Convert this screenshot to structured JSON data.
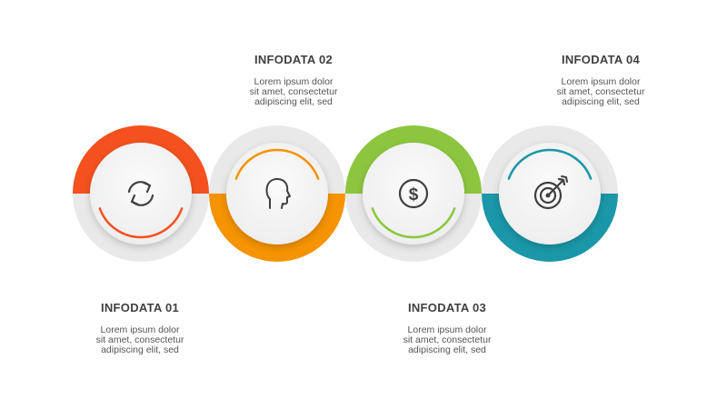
{
  "steps": [
    {
      "title": "INFODATA 01",
      "text": [
        "Lorem ipsum dolor",
        "sit amet, consectetur",
        "adipiscing elit, sed"
      ],
      "color": "#f4511e",
      "band": "top",
      "icon": "refresh-icon"
    },
    {
      "title": "INFODATA 02",
      "text": [
        "Lorem ipsum dolor",
        "sit amet, consectetur",
        "adipiscing elit, sed"
      ],
      "color": "#f59300",
      "band": "bottom",
      "icon": "head-profile-icon"
    },
    {
      "title": "INFODATA 03",
      "text": [
        "Lorem ipsum dolor",
        "sit amet, consectetur",
        "adipiscing elit, sed"
      ],
      "color": "#8cc63f",
      "band": "top",
      "icon": "dollar-coin-icon"
    },
    {
      "title": "INFODATA 04",
      "text": [
        "Lorem ipsum dolor",
        "sit amet, consectetur",
        "adipiscing elit, sed"
      ],
      "color": "#1a97a8",
      "band": "bottom",
      "icon": "target-icon"
    }
  ],
  "palette": {
    "ring_grey": "#e9e9e9",
    "disc": "#f7f7f7",
    "icon_stroke": "#404040"
  }
}
